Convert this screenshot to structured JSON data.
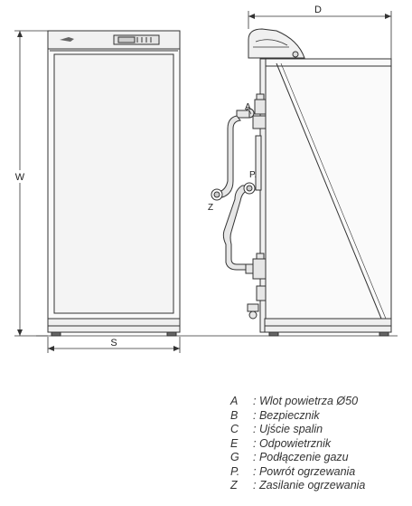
{
  "dimensions": {
    "height": "W",
    "width": "S",
    "depth": "D"
  },
  "callouts": {
    "a": "A",
    "p": "P.",
    "z": "Z"
  },
  "legend": [
    {
      "key": "A",
      "desc": ": Wlot powietrza Ø50"
    },
    {
      "key": "B",
      "desc": ": Bezpiecznik"
    },
    {
      "key": "C",
      "desc": ": Ujście spalin"
    },
    {
      "key": "E",
      "desc": ": Odpowietrznik"
    },
    {
      "key": "G",
      "desc": ": Podłączenie gazu"
    },
    {
      "key": "P.",
      "desc": ": Powrót ogrzewania"
    },
    {
      "key": "Z",
      "desc": ": Zasilanie ogrzewania"
    }
  ],
  "colors": {
    "line": "#333333",
    "panel_fill": "#f4f4f4",
    "pipe_fill": "#e6e6e6"
  }
}
